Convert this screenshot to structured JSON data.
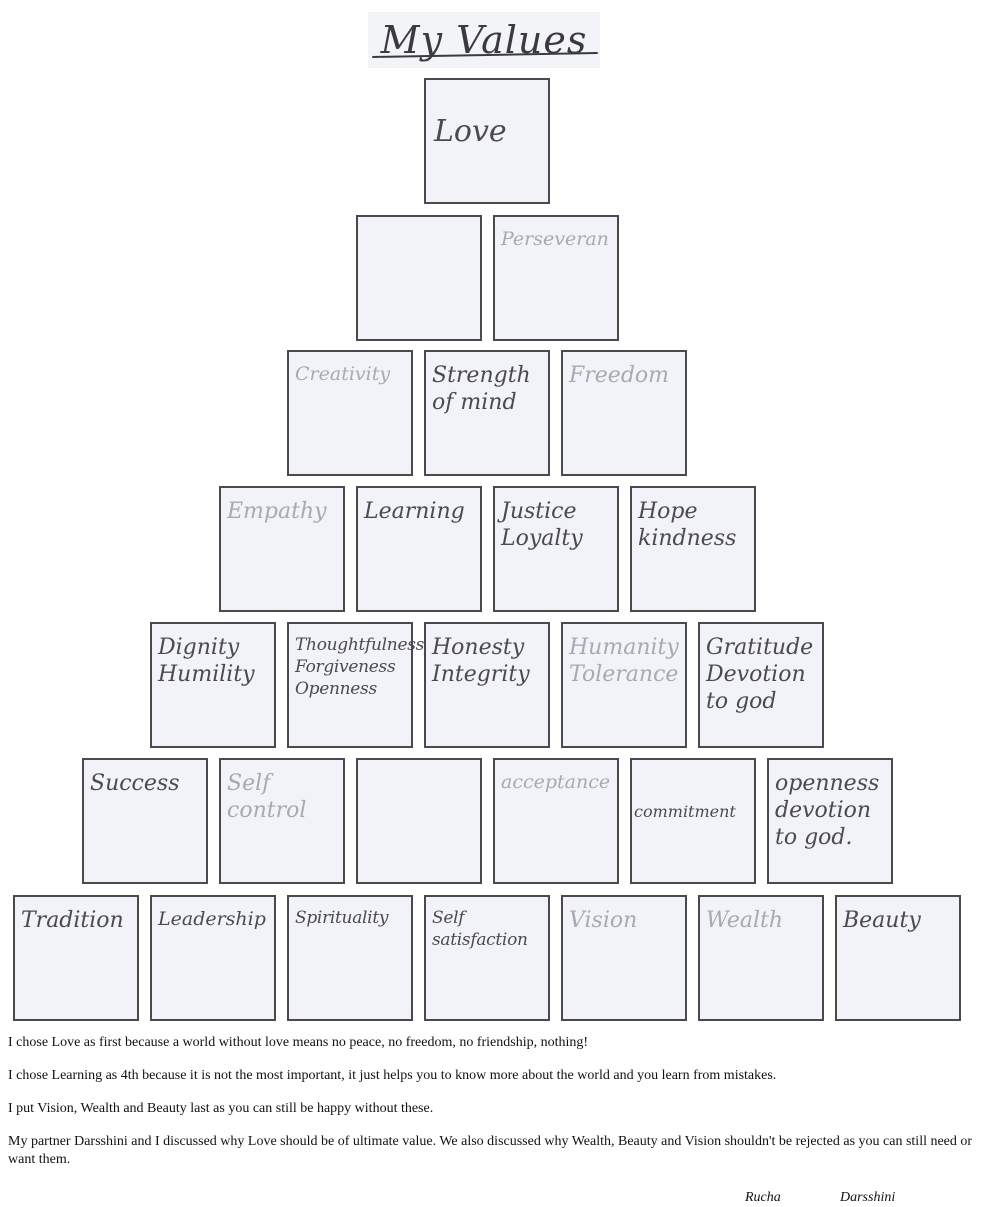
{
  "title": "My Values",
  "rows": [
    {
      "boxes": [
        {
          "text": "Love",
          "faint": false
        }
      ]
    },
    {
      "boxes": [
        {
          "text": "",
          "faint": false
        },
        {
          "text": "Perseveran",
          "faint": true
        }
      ]
    },
    {
      "boxes": [
        {
          "text": "Creativity",
          "faint": true
        },
        {
          "text": "Strength\nof mind",
          "faint": false
        },
        {
          "text": "Freedom",
          "faint": true
        }
      ]
    },
    {
      "boxes": [
        {
          "text": "Empathy",
          "faint": true
        },
        {
          "text": "Learning",
          "faint": false
        },
        {
          "text": "Justice\nLoyalty",
          "faint": false
        },
        {
          "text": "Hope\nkindness",
          "faint": false
        }
      ]
    },
    {
      "boxes": [
        {
          "text": "Dignity\nHumility",
          "faint": false
        },
        {
          "text": "Thoughtfulness\nForgiveness\nOpenness",
          "faint": false
        },
        {
          "text": "Honesty\nIntegrity",
          "faint": false
        },
        {
          "text": "Humanity\nTolerance",
          "faint": true
        },
        {
          "text": "Gratitude\nDevotion\nto god",
          "faint": false
        }
      ]
    },
    {
      "boxes": [
        {
          "text": "Success",
          "faint": false
        },
        {
          "text": "Self\ncontrol",
          "faint": true
        },
        {
          "text": "",
          "faint": false
        },
        {
          "text": "acceptance",
          "faint": true
        },
        {
          "text": "commitment",
          "faint": false
        },
        {
          "text": "openness\ndevotion\nto god.",
          "faint": false
        }
      ]
    },
    {
      "boxes": [
        {
          "text": "Tradition",
          "faint": false
        },
        {
          "text": "Leadership",
          "faint": false
        },
        {
          "text": "Spirituality",
          "faint": false
        },
        {
          "text": "Self\nsatisfaction",
          "faint": false
        },
        {
          "text": "Vision",
          "faint": true
        },
        {
          "text": "Wealth",
          "faint": true
        },
        {
          "text": "Beauty",
          "faint": false
        }
      ]
    }
  ],
  "notes": [
    "I chose Love as first because a world without love means no peace, no freedom, no friendship, nothing!",
    "I chose Learning as 4th because it is not the most important, it just helps you to know more about the world and you learn from mistakes.",
    "I put Vision, Wealth and Beauty last as you can still be happy without these.",
    "My partner Darsshini and I discussed why Love should be of ultimate value. We also discussed why Wealth, Beauty and Vision shouldn't be rejected as you can still need or want them."
  ],
  "signatures": [
    "Rucha",
    "Darsshini"
  ]
}
